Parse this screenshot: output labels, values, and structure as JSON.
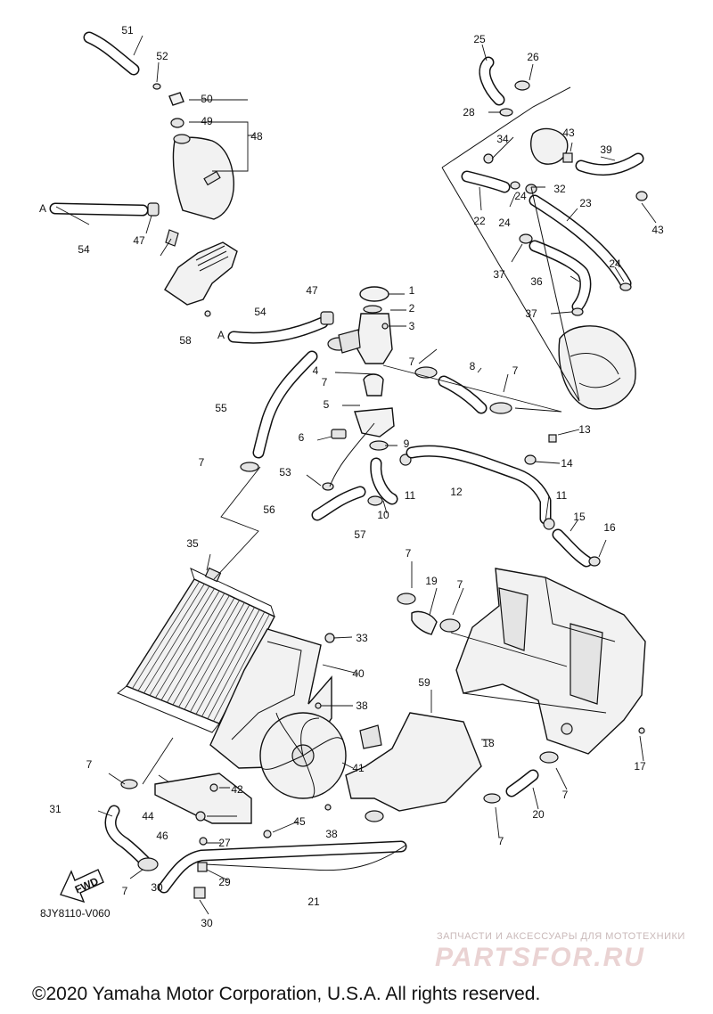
{
  "diagram": {
    "code": "8JY8110-V060",
    "copyright": "©2020 Yamaha Motor Corporation, U.S.A. All rights reserved.",
    "watermark": {
      "tagline": "ЗАПЧАСТИ И АКСЕССУАРЫ ДЛЯ МОТОТЕХНИКИ",
      "logo": "PARTSFOR.RU"
    },
    "fwd_label": "FWD",
    "ref_marks": [
      "A",
      "A"
    ],
    "callouts": [
      "1",
      "2",
      "3",
      "4",
      "5",
      "6",
      "7",
      "7",
      "7",
      "7",
      "7",
      "7",
      "7",
      "7",
      "7",
      "7",
      "8",
      "9",
      "10",
      "11",
      "11",
      "12",
      "13",
      "14",
      "15",
      "16",
      "17",
      "18",
      "19",
      "20",
      "21",
      "22",
      "23",
      "24",
      "24",
      "24",
      "25",
      "26",
      "27",
      "28",
      "29",
      "30",
      "30",
      "31",
      "32",
      "33",
      "34",
      "35",
      "36",
      "37",
      "37",
      "38",
      "38",
      "39",
      "40",
      "41",
      "42",
      "43",
      "43",
      "44",
      "45",
      "46",
      "47",
      "47",
      "48",
      "49",
      "50",
      "51",
      "52",
      "53",
      "54",
      "54",
      "55",
      "56",
      "57",
      "58",
      "59"
    ]
  }
}
